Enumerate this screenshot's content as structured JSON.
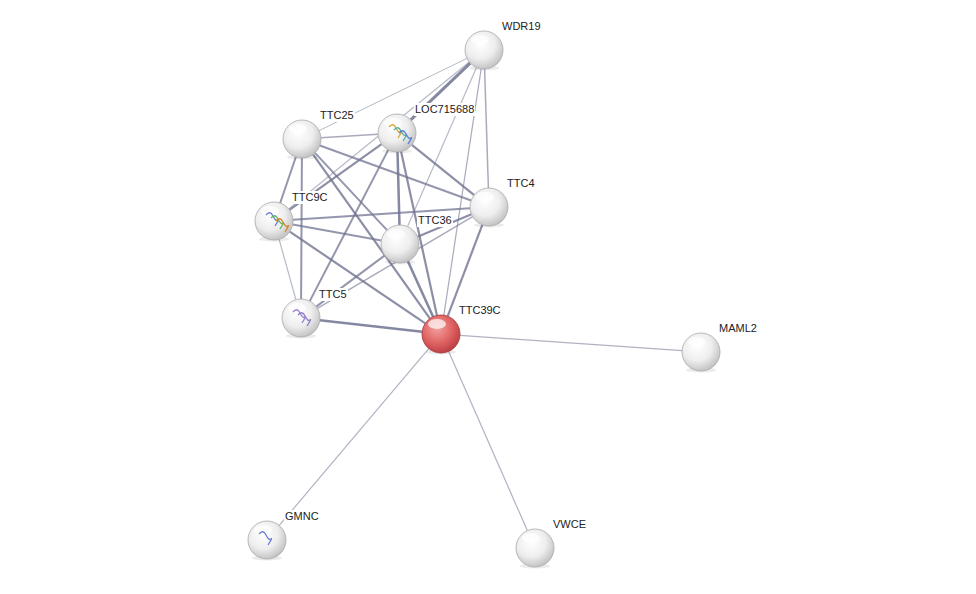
{
  "diagram": {
    "nodes": [
      {
        "text": [
          "WDR19"
        ]
      },
      {
        "text": [
          "TTC25"
        ]
      },
      {
        "text": [
          "LOC715688"
        ]
      },
      {
        "text": [
          "TTC9C"
        ]
      },
      {
        "text": [
          "TTC4"
        ]
      },
      {
        "text": [
          "TTC36"
        ]
      },
      {
        "text": [
          "TTC5"
        ]
      },
      {
        "text": [
          "TTC39C"
        ]
      },
      {
        "text": [
          "MAML2"
        ]
      },
      {
        "text": [
          "GMNC"
        ]
      },
      {
        "text": [
          "VWCE"
        ]
      }
    ],
    "edges": [
      {
        "from": 0,
        "to": 1,
        "arrow": "none"
      },
      {
        "from": 0,
        "to": 2,
        "arrow": "none"
      },
      {
        "from": 0,
        "to": 3,
        "arrow": "none"
      },
      {
        "from": 0,
        "to": 4,
        "arrow": "none"
      },
      {
        "from": 0,
        "to": 5,
        "arrow": "none"
      },
      {
        "from": 0,
        "to": 7,
        "arrow": "none"
      },
      {
        "from": 1,
        "to": 2,
        "arrow": "none"
      },
      {
        "from": 1,
        "to": 3,
        "arrow": "none"
      },
      {
        "from": 1,
        "to": 4,
        "arrow": "none"
      },
      {
        "from": 1,
        "to": 5,
        "arrow": "none"
      },
      {
        "from": 1,
        "to": 6,
        "arrow": "none"
      },
      {
        "from": 1,
        "to": 7,
        "arrow": "none"
      },
      {
        "from": 2,
        "to": 3,
        "arrow": "none"
      },
      {
        "from": 2,
        "to": 4,
        "arrow": "none"
      },
      {
        "from": 2,
        "to": 5,
        "arrow": "none"
      },
      {
        "from": 2,
        "to": 6,
        "arrow": "none"
      },
      {
        "from": 2,
        "to": 7,
        "arrow": "none"
      },
      {
        "from": 3,
        "to": 4,
        "arrow": "none"
      },
      {
        "from": 3,
        "to": 5,
        "arrow": "none"
      },
      {
        "from": 3,
        "to": 6,
        "arrow": "none"
      },
      {
        "from": 3,
        "to": 7,
        "arrow": "none"
      },
      {
        "from": 4,
        "to": 5,
        "arrow": "none"
      },
      {
        "from": 4,
        "to": 6,
        "arrow": "none"
      },
      {
        "from": 4,
        "to": 7,
        "arrow": "none"
      },
      {
        "from": 5,
        "to": 6,
        "arrow": "none"
      },
      {
        "from": 5,
        "to": 7,
        "arrow": "none"
      },
      {
        "from": 6,
        "to": 7,
        "arrow": "none"
      },
      {
        "from": 7,
        "to": 8,
        "arrow": "none"
      },
      {
        "from": 7,
        "to": 9,
        "arrow": "none"
      },
      {
        "from": 7,
        "to": 10,
        "arrow": "none"
      }
    ]
  }
}
